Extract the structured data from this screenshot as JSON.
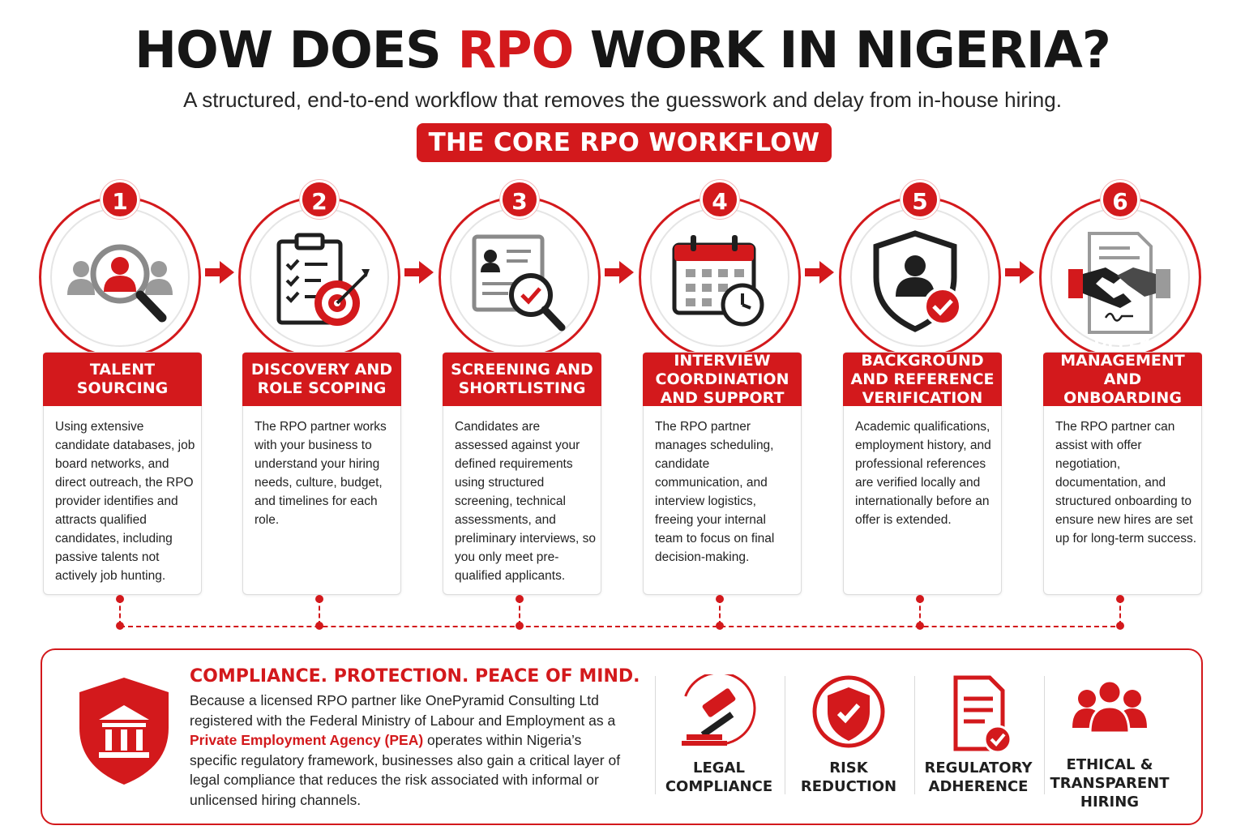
{
  "header": {
    "title_before": "HOW DOES ",
    "title_accent": "RPO",
    "title_after": " WORK IN NIGERIA?",
    "subtitle": "A structured, end-to-end workflow that removes the guesswork and delay from in-house hiring.",
    "banner": "THE CORE RPO WORKFLOW"
  },
  "colors": {
    "accent": "#d3191c",
    "text": "#1f1f1f",
    "muted": "#8a8a8a"
  },
  "steps": [
    {
      "number": "1",
      "title": "TALENT SOURCING",
      "icon": "talent-search-icon",
      "text": "Using extensive candidate databases, job board networks, and direct outreach, the RPO provider identifies and attracts qualified candidates, including passive talents not actively job hunting."
    },
    {
      "number": "2",
      "title": "DISCOVERY AND ROLE SCOPING",
      "icon": "clipboard-target-icon",
      "text": "The RPO partner works with your business to understand your hiring needs, culture, budget, and timelines for each role."
    },
    {
      "number": "3",
      "title": "SCREENING AND SHORTLISTING",
      "icon": "resume-magnifier-icon",
      "text": "Candidates are assessed against your defined requirements using structured screening, technical assessments, and preliminary interviews, so you only meet pre-qualified applicants."
    },
    {
      "number": "4",
      "title": "INTERVIEW COORDINATION AND SUPPORT",
      "icon": "calendar-clock-icon",
      "text": "The RPO partner manages scheduling, candidate communication, and interview logistics, freeing your internal team to focus on final decision-making."
    },
    {
      "number": "5",
      "title": "BACKGROUND AND REFERENCE VERIFICATION",
      "icon": "shield-person-check-icon",
      "text": "Academic qualifications, employment history, and professional references are verified locally and internationally before an offer is extended."
    },
    {
      "number": "6",
      "title": "OFFER MANAGEMENT AND ONBOARDING SUPPORT",
      "icon": "handshake-document-icon",
      "text": "The RPO partner can assist with offer negotiation, documentation, and structured onboarding to ensure new hires are set up for long-term success."
    }
  ],
  "compliance": {
    "title": "COMPLIANCE. PROTECTION. PEACE OF MIND.",
    "text_before": "Because a licensed RPO partner like OnePyramid Consulting Ltd registered with the Federal Ministry of Labour and Employment as a ",
    "highlight": "Private Employment Agency (PEA)",
    "text_after": " operates within Nigeria’s specific regulatory framework, businesses also gain a critical layer of legal compliance that reduces the risk associated with informal or unlicensed hiring channels.",
    "features": [
      {
        "label": "LEGAL COMPLIANCE",
        "icon": "gavel-icon"
      },
      {
        "label": "RISK REDUCTION",
        "icon": "shield-check-icon"
      },
      {
        "label": "REGULATORY ADHERENCE",
        "icon": "document-check-icon"
      },
      {
        "label": "ETHICAL & TRANSPARENT HIRING",
        "icon": "people-group-icon"
      }
    ]
  }
}
